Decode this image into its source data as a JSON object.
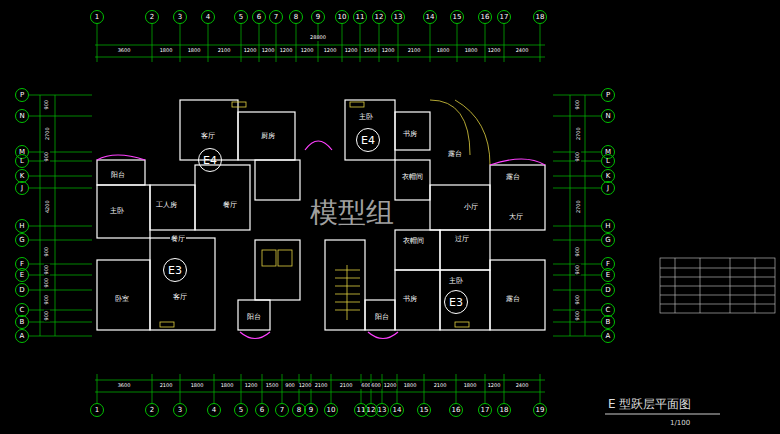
{
  "diagram": {
    "title": "E 型跃层平面图",
    "caption": "1/100",
    "nodes": [
      {
        "text": [
          "1"
        ]
      },
      {
        "text": [
          "2"
        ]
      },
      {
        "text": [
          "3"
        ]
      },
      {
        "text": [
          "4"
        ]
      },
      {
        "text": [
          "5"
        ]
      },
      {
        "text": [
          "6"
        ]
      },
      {
        "text": [
          "7"
        ]
      },
      {
        "text": [
          "8"
        ]
      },
      {
        "text": [
          "9"
        ]
      },
      {
        "text": [
          "10"
        ]
      },
      {
        "text": [
          "11"
        ]
      },
      {
        "text": [
          "12"
        ]
      },
      {
        "text": [
          "13"
        ]
      },
      {
        "text": [
          "14"
        ]
      },
      {
        "text": [
          "15"
        ]
      },
      {
        "text": [
          "16"
        ]
      },
      {
        "text": [
          "17"
        ]
      },
      {
        "text": [
          "18"
        ]
      },
      {
        "text": [
          "1"
        ]
      },
      {
        "text": [
          "2"
        ]
      },
      {
        "text": [
          "3"
        ]
      },
      {
        "text": [
          "4"
        ]
      },
      {
        "text": [
          "5"
        ]
      },
      {
        "text": [
          "6"
        ]
      },
      {
        "text": [
          "7"
        ]
      },
      {
        "text": [
          "8"
        ]
      },
      {
        "text": [
          "9"
        ]
      },
      {
        "text": [
          "10"
        ]
      },
      {
        "text": [
          "11"
        ]
      },
      {
        "text": [
          "12"
        ]
      },
      {
        "text": [
          "13"
        ]
      },
      {
        "text": [
          "14"
        ]
      },
      {
        "text": [
          "15"
        ]
      },
      {
        "text": [
          "16"
        ]
      },
      {
        "text": [
          "17"
        ]
      },
      {
        "text": [
          "18"
        ]
      },
      {
        "text": [
          "19"
        ]
      },
      {
        "text": [
          "P"
        ]
      },
      {
        "text": [
          "N"
        ]
      },
      {
        "text": [
          "M"
        ]
      },
      {
        "text": [
          "L"
        ]
      },
      {
        "text": [
          "K"
        ]
      },
      {
        "text": [
          "J"
        ]
      },
      {
        "text": [
          "H"
        ]
      },
      {
        "text": [
          "G"
        ]
      },
      {
        "text": [
          "F"
        ]
      },
      {
        "text": [
          "E"
        ]
      },
      {
        "text": [
          "D"
        ]
      },
      {
        "text": [
          "C"
        ]
      },
      {
        "text": [
          "B"
        ]
      },
      {
        "text": [
          "A"
        ]
      },
      {
        "text": [
          "P"
        ]
      },
      {
        "text": [
          "N"
        ]
      },
      {
        "text": [
          "M"
        ]
      },
      {
        "text": [
          "L"
        ]
      },
      {
        "text": [
          "K"
        ]
      },
      {
        "text": [
          "J"
        ]
      },
      {
        "text": [
          "H"
        ]
      },
      {
        "text": [
          "G"
        ]
      },
      {
        "text": [
          "F"
        ]
      },
      {
        "text": [
          "E"
        ]
      },
      {
        "text": [
          "D"
        ]
      },
      {
        "text": [
          "C"
        ]
      },
      {
        "text": [
          "B"
        ]
      },
      {
        "text": [
          "A"
        ]
      },
      {
        "text": [
          "E4"
        ]
      },
      {
        "text": [
          "E3"
        ]
      },
      {
        "text": [
          "E4"
        ]
      },
      {
        "text": [
          "E3"
        ]
      }
    ],
    "labels": [
      "3600",
      "1800",
      "1800",
      "2100",
      "1200",
      "1200",
      "1200",
      "1200",
      "28800",
      "1200",
      "1200",
      "1500",
      "1200",
      "2100",
      "1800",
      "1800",
      "1200",
      "2400",
      "3600",
      "2100",
      "1800",
      "1800",
      "1200",
      "1500",
      "900",
      "1200",
      "2100",
      "2100",
      "600",
      "600",
      "1200",
      "1800",
      "2100",
      "1800",
      "1200",
      "2400",
      "900",
      "2700",
      "900",
      "4200",
      "900",
      "900",
      "900",
      "900",
      "900",
      "900",
      "2700",
      "900",
      "2700",
      "900",
      "900",
      "900",
      "900",
      "客厅",
      "厨房",
      "阳台",
      "工人房",
      "餐厅",
      "主卧",
      "餐厅",
      "客厅",
      "卧室",
      "阳台",
      "主卧",
      "书房",
      "露台",
      "衣帽间",
      "露台",
      "小厅",
      "大厅",
      "衣帽间",
      "过厅",
      "主卧",
      "书房",
      "阳台",
      "露台",
      "模型组"
    ]
  }
}
